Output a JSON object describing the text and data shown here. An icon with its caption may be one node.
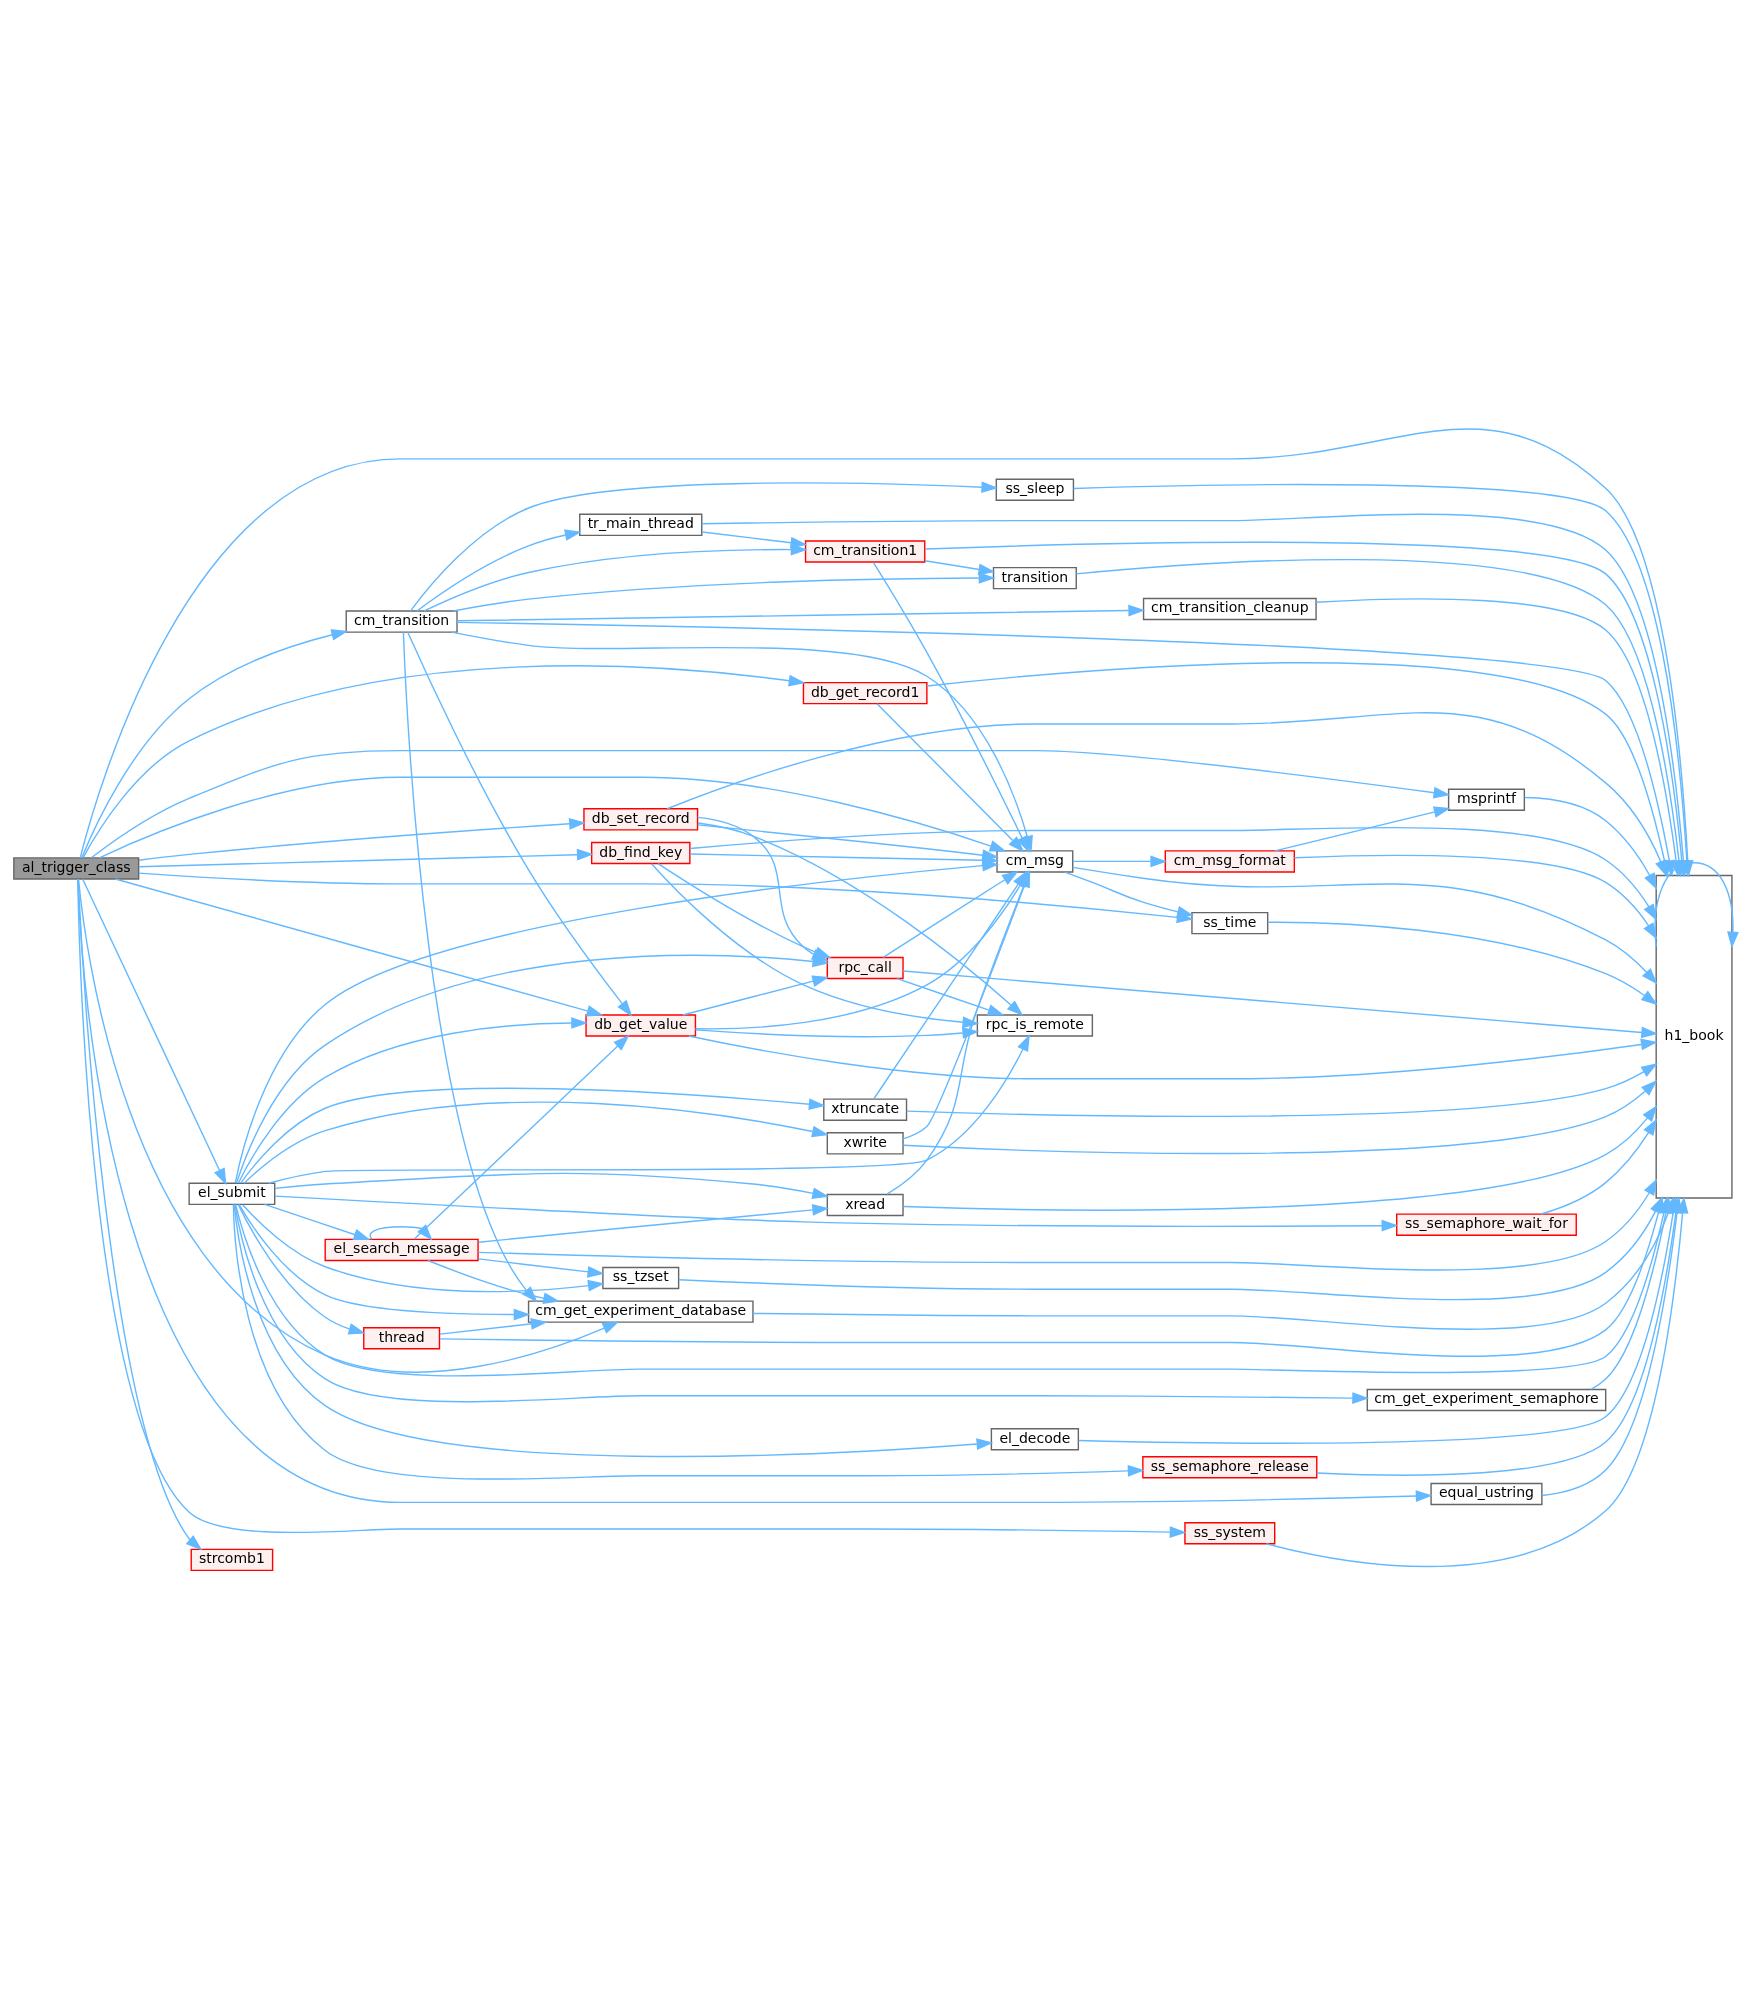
{
  "diagram": {
    "nodes": [
      {
        "text": [
          "al_trigger_class"
        ]
      },
      {
        "text": [
          "cm_transition"
        ]
      },
      {
        "text": [
          "h1_book"
        ]
      },
      {
        "text": [
          "tr_main_thread"
        ]
      },
      {
        "text": [
          "cm_transition1"
        ]
      },
      {
        "text": [
          "transition"
        ]
      },
      {
        "text": [
          "ss_sleep"
        ]
      },
      {
        "text": [
          "cm_transition_cleanup"
        ]
      },
      {
        "text": [
          "cm_msg"
        ]
      },
      {
        "text": [
          "db_get_value"
        ]
      },
      {
        "text": [
          "cm_get_experiment_database"
        ]
      },
      {
        "text": [
          "db_set_record"
        ]
      },
      {
        "text": [
          "rpc_is_remote"
        ]
      },
      {
        "text": [
          "rpc_call"
        ]
      },
      {
        "text": [
          "db_find_key"
        ]
      },
      {
        "text": [
          "ss_time"
        ]
      },
      {
        "text": [
          "msprintf"
        ]
      },
      {
        "text": [
          "cm_msg_format"
        ]
      },
      {
        "text": [
          "db_get_record1"
        ]
      },
      {
        "text": [
          "el_submit"
        ]
      },
      {
        "text": [
          "xtruncate"
        ]
      },
      {
        "text": [
          "xwrite"
        ]
      },
      {
        "text": [
          "cm_get_experiment_semaphore"
        ]
      },
      {
        "text": [
          "xread"
        ]
      },
      {
        "text": [
          "el_decode"
        ]
      },
      {
        "text": [
          "el_search_message"
        ]
      },
      {
        "text": [
          "ss_tzset"
        ]
      },
      {
        "text": [
          "thread"
        ]
      },
      {
        "text": [
          "ss_semaphore_release"
        ]
      },
      {
        "text": [
          "ss_semaphore_wait_for"
        ]
      },
      {
        "text": [
          "equal_ustring"
        ]
      },
      {
        "text": [
          "ss_system"
        ]
      },
      {
        "text": [
          "strcomb1"
        ]
      }
    ],
    "edges": [
      {
        "from": 0,
        "to": 1,
        "arrow": "to"
      },
      {
        "from": 0,
        "to": 2,
        "arrow": "to"
      },
      {
        "from": 0,
        "to": 16,
        "arrow": "to"
      },
      {
        "from": 0,
        "to": 15,
        "arrow": "to"
      },
      {
        "from": 0,
        "to": 11,
        "arrow": "to"
      },
      {
        "from": 0,
        "to": 14,
        "arrow": "to"
      },
      {
        "from": 0,
        "to": 8,
        "arrow": "to"
      },
      {
        "from": 0,
        "to": 9,
        "arrow": "to"
      },
      {
        "from": 0,
        "to": 18,
        "arrow": "to"
      },
      {
        "from": 0,
        "to": 19,
        "arrow": "to"
      },
      {
        "from": 0,
        "to": 10,
        "arrow": "to"
      },
      {
        "from": 0,
        "to": 30,
        "arrow": "to"
      },
      {
        "from": 0,
        "to": 31,
        "arrow": "to"
      },
      {
        "from": 0,
        "to": 32,
        "arrow": "to"
      },
      {
        "from": 1,
        "to": 6,
        "arrow": "to"
      },
      {
        "from": 1,
        "to": 3,
        "arrow": "to"
      },
      {
        "from": 1,
        "to": 4,
        "arrow": "to"
      },
      {
        "from": 1,
        "to": 5,
        "arrow": "to"
      },
      {
        "from": 1,
        "to": 2,
        "arrow": "to"
      },
      {
        "from": 1,
        "to": 7,
        "arrow": "to"
      },
      {
        "from": 1,
        "to": 8,
        "arrow": "to"
      },
      {
        "from": 1,
        "to": 9,
        "arrow": "to"
      },
      {
        "from": 1,
        "to": 10,
        "arrow": "to"
      },
      {
        "from": 3,
        "to": 4,
        "arrow": "to"
      },
      {
        "from": 3,
        "to": 2,
        "arrow": "to"
      },
      {
        "from": 4,
        "to": 5,
        "arrow": "to"
      },
      {
        "from": 4,
        "to": 2,
        "arrow": "to"
      },
      {
        "from": 4,
        "to": 8,
        "arrow": "to"
      },
      {
        "from": 5,
        "to": 2,
        "arrow": "to"
      },
      {
        "from": 6,
        "to": 2,
        "arrow": "to"
      },
      {
        "from": 7,
        "to": 2,
        "arrow": "to"
      },
      {
        "from": 11,
        "to": 2,
        "arrow": "to"
      },
      {
        "from": 11,
        "to": 12,
        "arrow": "to"
      },
      {
        "from": 11,
        "to": 13,
        "arrow": "to"
      },
      {
        "from": 11,
        "to": 8,
        "arrow": "to"
      },
      {
        "from": 14,
        "to": 2,
        "arrow": "to"
      },
      {
        "from": 14,
        "to": 12,
        "arrow": "to"
      },
      {
        "from": 14,
        "to": 13,
        "arrow": "to"
      },
      {
        "from": 14,
        "to": 8,
        "arrow": "to"
      },
      {
        "from": 13,
        "to": 12,
        "arrow": "to"
      },
      {
        "from": 13,
        "to": 8,
        "arrow": "to"
      },
      {
        "from": 13,
        "to": 2,
        "arrow": "to"
      },
      {
        "from": 15,
        "to": 2,
        "arrow": "to"
      },
      {
        "from": 16,
        "to": 2,
        "arrow": "to"
      },
      {
        "from": 17,
        "to": 16,
        "arrow": "to"
      },
      {
        "from": 17,
        "to": 2,
        "arrow": "to"
      },
      {
        "from": 8,
        "to": 15,
        "arrow": "to"
      },
      {
        "from": 8,
        "to": 17,
        "arrow": "to"
      },
      {
        "from": 8,
        "to": 2,
        "arrow": "to"
      },
      {
        "from": 9,
        "to": 13,
        "arrow": "to"
      },
      {
        "from": 9,
        "to": 12,
        "arrow": "to"
      },
      {
        "from": 9,
        "to": 8,
        "arrow": "to"
      },
      {
        "from": 9,
        "to": 2,
        "arrow": "to"
      },
      {
        "from": 18,
        "to": 8,
        "arrow": "to"
      },
      {
        "from": 18,
        "to": 2,
        "arrow": "to"
      },
      {
        "from": 20,
        "to": 8,
        "arrow": "to"
      },
      {
        "from": 20,
        "to": 2,
        "arrow": "to"
      },
      {
        "from": 21,
        "to": 8,
        "arrow": "to"
      },
      {
        "from": 21,
        "to": 2,
        "arrow": "to"
      },
      {
        "from": 23,
        "to": 8,
        "arrow": "to"
      },
      {
        "from": 23,
        "to": 2,
        "arrow": "to"
      },
      {
        "from": 22,
        "to": 2,
        "arrow": "to"
      },
      {
        "from": 24,
        "to": 2,
        "arrow": "to"
      },
      {
        "from": 19,
        "to": 12,
        "arrow": "to"
      },
      {
        "from": 19,
        "to": 13,
        "arrow": "to"
      },
      {
        "from": 19,
        "to": 9,
        "arrow": "to"
      },
      {
        "from": 19,
        "to": 8,
        "arrow": "to"
      },
      {
        "from": 19,
        "to": 20,
        "arrow": "to"
      },
      {
        "from": 19,
        "to": 21,
        "arrow": "to"
      },
      {
        "from": 19,
        "to": 22,
        "arrow": "to"
      },
      {
        "from": 19,
        "to": 23,
        "arrow": "to"
      },
      {
        "from": 19,
        "to": 24,
        "arrow": "to"
      },
      {
        "from": 19,
        "to": 25,
        "arrow": "to"
      },
      {
        "from": 19,
        "to": 26,
        "arrow": "to"
      },
      {
        "from": 19,
        "to": 10,
        "arrow": "to"
      },
      {
        "from": 19,
        "to": 27,
        "arrow": "to"
      },
      {
        "from": 19,
        "to": 28,
        "arrow": "to"
      },
      {
        "from": 19,
        "to": 29,
        "arrow": "to"
      },
      {
        "from": 19,
        "to": 2,
        "arrow": "to"
      },
      {
        "from": 25,
        "to": 25,
        "arrow": "to"
      },
      {
        "from": 25,
        "to": 9,
        "arrow": "to"
      },
      {
        "from": 25,
        "to": 23,
        "arrow": "to"
      },
      {
        "from": 25,
        "to": 2,
        "arrow": "to"
      },
      {
        "from": 25,
        "to": 26,
        "arrow": "to"
      },
      {
        "from": 25,
        "to": 10,
        "arrow": "to"
      },
      {
        "from": 26,
        "to": 2,
        "arrow": "to"
      },
      {
        "from": 10,
        "to": 2,
        "arrow": "to"
      },
      {
        "from": 27,
        "to": 10,
        "arrow": "to"
      },
      {
        "from": 27,
        "to": 2,
        "arrow": "to"
      },
      {
        "from": 28,
        "to": 2,
        "arrow": "to"
      },
      {
        "from": 29,
        "to": 2,
        "arrow": "to"
      },
      {
        "from": 30,
        "to": 2,
        "arrow": "to"
      },
      {
        "from": 31,
        "to": 2,
        "arrow": "to"
      },
      {
        "from": 2,
        "to": 2,
        "arrow": "to"
      }
    ]
  }
}
